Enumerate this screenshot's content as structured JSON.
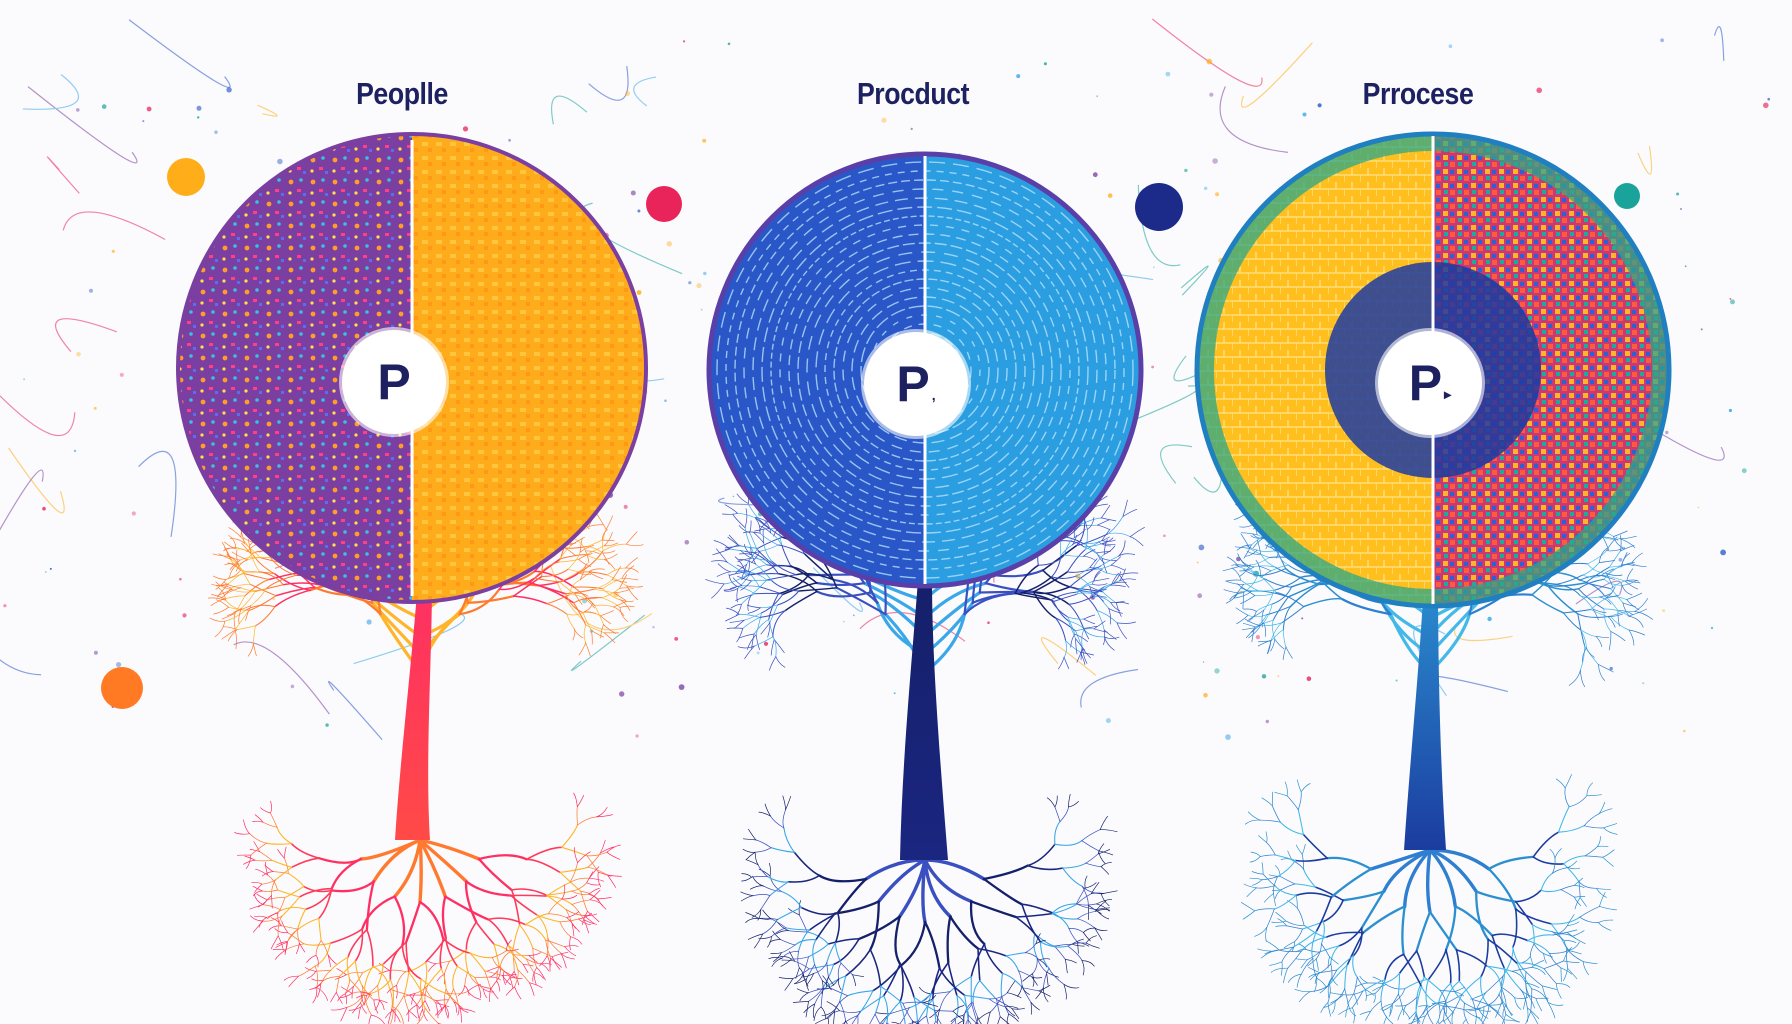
{
  "trees": [
    {
      "id": "people",
      "title": "Peoplle",
      "badge_letter": "P",
      "badge_mark": "",
      "colors": {
        "left_half": "#7a3fa0",
        "right_half": "#ffac1c",
        "trunk_top": "#ff2f63",
        "trunk_bottom": "#ff3a5c",
        "branch_warm": "#ff7a2f",
        "branch_light": "#ffb429"
      }
    },
    {
      "id": "product",
      "title": "Procduct",
      "badge_letter": "P",
      "badge_mark": ",",
      "colors": {
        "left_half": "#2a57c7",
        "right_half": "#2a9ee0",
        "trunk_top": "#15206a",
        "trunk_bottom": "#1a2680",
        "branch_warm": "#3a4fc0",
        "branch_light": "#3aa7e8"
      }
    },
    {
      "id": "process",
      "title": "Prrocese",
      "badge_letter": "P",
      "badge_mark": "▸",
      "colors": {
        "left_half": "#ffbf1f",
        "right_half": "#d93a6a",
        "ring": "#1f9fbf",
        "trunk_top": "#2b8fd0",
        "trunk_bottom": "#1b3ca0",
        "branch_warm": "#2f7fd0",
        "branch_light": "#44b8e8"
      }
    }
  ],
  "connector_dots": [
    {
      "color": "#ffae1a"
    },
    {
      "color": "#e8245a"
    },
    {
      "color": "#1c2a8a"
    },
    {
      "color": "#1aa39a"
    },
    {
      "color": "#ff7a22"
    }
  ],
  "background_color": "#fbfbfd"
}
